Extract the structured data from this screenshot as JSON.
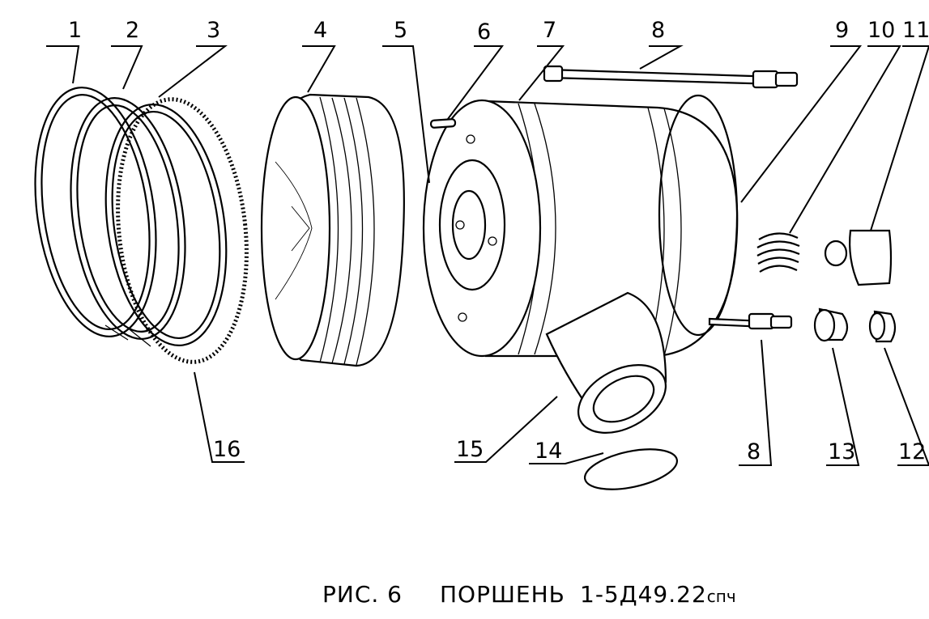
{
  "figure": {
    "figure_label": "РИС. 6",
    "title": "ПОРШЕНЬ",
    "drawing_code": "1-5Д49.22",
    "drawing_code_suffix": "спч"
  },
  "callouts": [
    "1",
    "2",
    "3",
    "4",
    "5",
    "6",
    "7",
    "8",
    "9",
    "10",
    "11",
    "16",
    "15",
    "14",
    "8",
    "13",
    "12"
  ]
}
